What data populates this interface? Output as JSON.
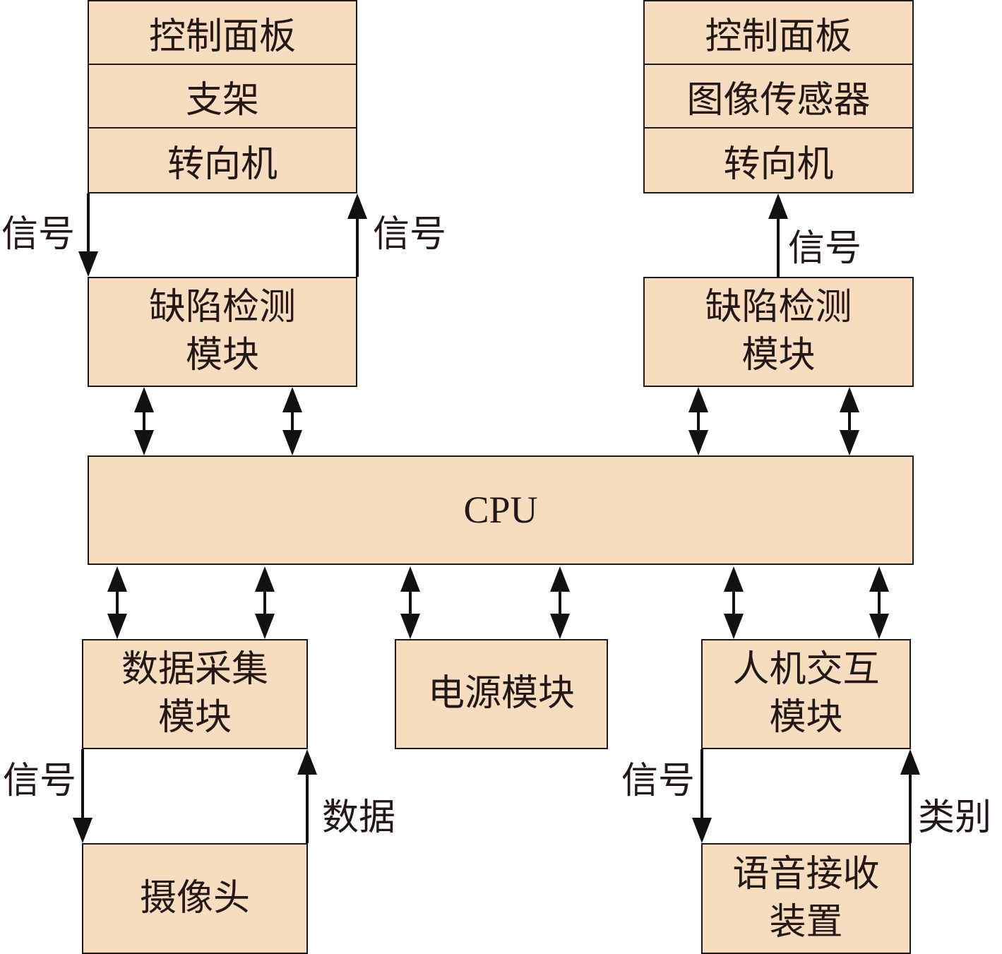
{
  "top_left_stack": [
    "控制面板",
    "支架",
    "转向机"
  ],
  "top_right_stack": [
    "控制面板",
    "图像传感器",
    "转向机"
  ],
  "defect_left": [
    "缺陷检测",
    "模块"
  ],
  "defect_right": [
    "缺陷检测",
    "模块"
  ],
  "cpu": "CPU",
  "data_acq": [
    "数据采集",
    "模块"
  ],
  "power": "电源模块",
  "hci": [
    "人机交互",
    "模块"
  ],
  "camera": "摄像头",
  "voice": [
    "语音接收",
    "装置"
  ],
  "labels": {
    "left_signal_down": "信号",
    "left_signal_up": "信号",
    "right_signal_up": "信号",
    "acq_signal": "信号",
    "acq_data": "数据",
    "hci_signal": "信号",
    "hci_category": "类别"
  },
  "colors": {
    "box_fill": "#f7dcbf",
    "line": "#1a1a1a"
  }
}
